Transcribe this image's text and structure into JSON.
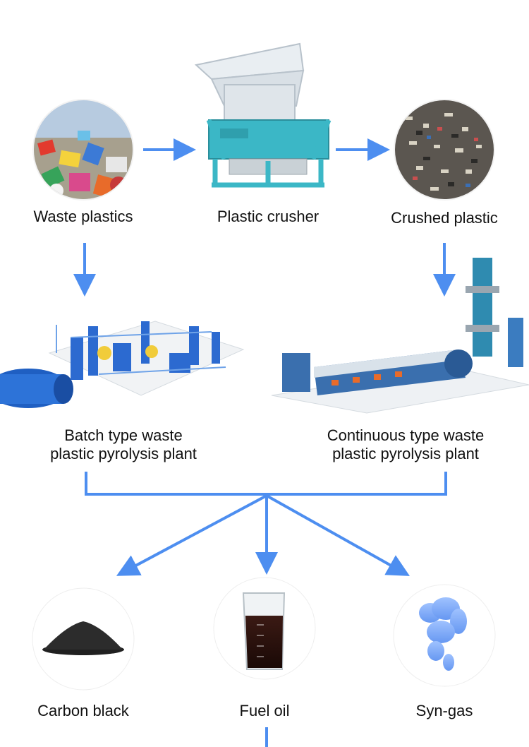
{
  "nodes": {
    "waste_plastics": "Waste plastics",
    "plastic_crusher": "Plastic crusher",
    "crushed_plastic": "Crushed plastic",
    "batch_plant": [
      "Batch type waste",
      "plastic pyrolysis plant"
    ],
    "continuous_plant": [
      "Continuous type waste",
      "plastic pyrolysis plant"
    ],
    "carbon_black": "Carbon black",
    "fuel_oil": "Fuel oil",
    "syn_gas": "Syn-gas"
  },
  "colors": {
    "arrow": "#4d8ef0",
    "machine": "#3bb7c6",
    "text": "#111111"
  },
  "icons": [
    "waste-plastics-photo-icon",
    "plastic-crusher-machine-icon",
    "crushed-plastic-photo-icon",
    "batch-pyrolysis-plant-icon",
    "continuous-pyrolysis-plant-icon",
    "carbon-black-powder-icon",
    "fuel-oil-beaker-icon",
    "syn-gas-cloud-icon"
  ]
}
